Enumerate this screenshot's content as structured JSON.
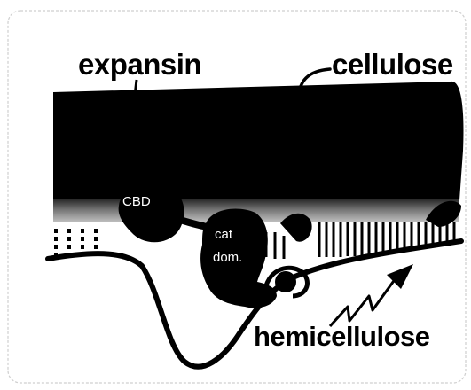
{
  "labels": {
    "expansin": "expansin",
    "cellulose": "cellulose",
    "cbd": "CBD",
    "cat_line1": "cat",
    "cat_line2": "dom.",
    "hemicellulose": "hemicellulose"
  },
  "colors": {
    "ink": "#000000",
    "paper": "#ffffff",
    "microfibril_edge": "#6e6e6e",
    "frame": "#cfcfcf"
  }
}
